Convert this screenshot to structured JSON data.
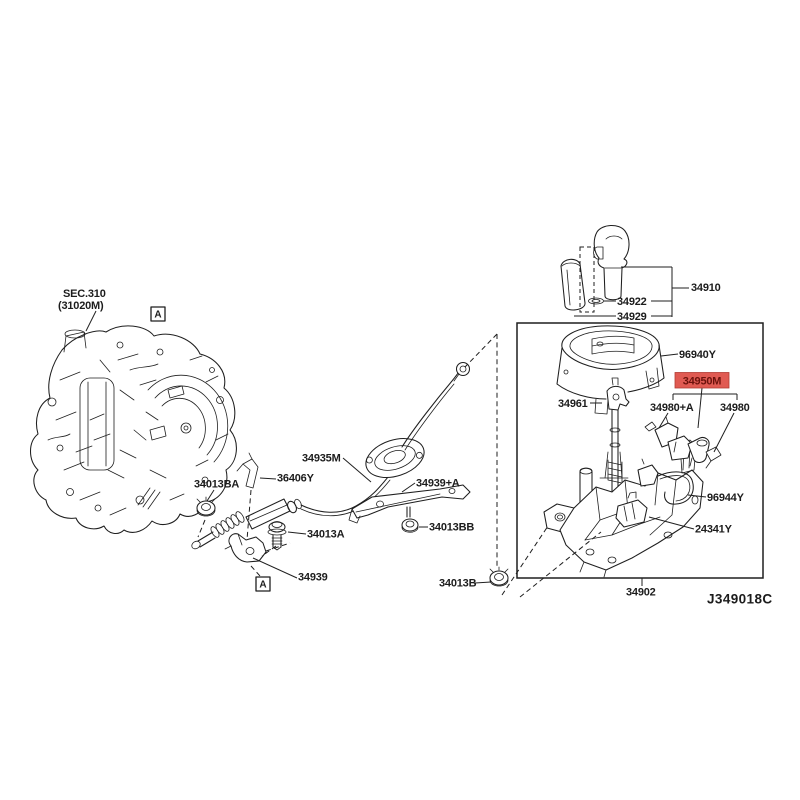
{
  "page": {
    "background": "#ffffff"
  },
  "colors": {
    "line": "#1f1f1f",
    "highlight_bg": "#e05a52",
    "highlight_border": "#b23b33",
    "highlight_text": "#6d120c"
  },
  "diagram": {
    "drawing_code": "J349018C",
    "section": {
      "line1": "SEC.310",
      "line2": "(31020M)"
    },
    "view_marker": "A",
    "highlighted_part": "34950M",
    "parts": {
      "knob_assembly": "34910",
      "knob_lock_pin": "34922",
      "knob_boot": "34929",
      "indicator_cover": "96940Y",
      "interlock_unit": "34950M",
      "cable_clamp": "34961",
      "switch_plus_a": "34980+A",
      "switch": "34980",
      "harness": "96944Y",
      "connector": "24341Y",
      "control_cable": "34935M",
      "cable_clip": "36406Y",
      "nut_ba": "34013BA",
      "bolt_a": "34013A",
      "bracket_plus_a": "34939+A",
      "nut_bb": "34013BB",
      "bracket": "34939",
      "nut_b": "34013B",
      "shifter_assembly": "34902"
    }
  }
}
